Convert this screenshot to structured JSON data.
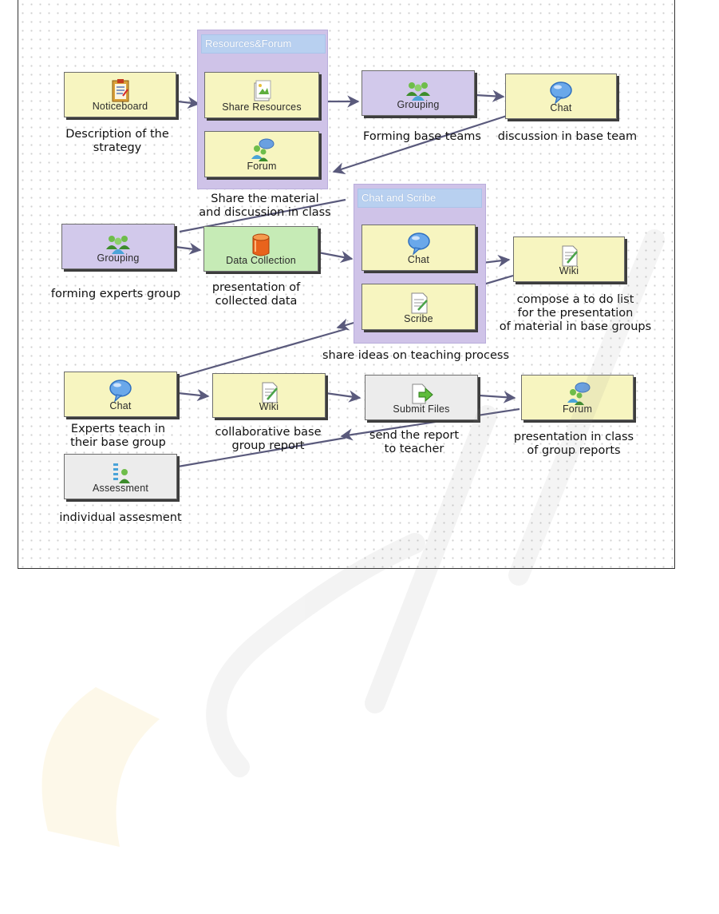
{
  "groups": {
    "resources_forum": "Resources&Forum",
    "chat_scribe": "Chat and Scribe"
  },
  "nodes": {
    "noticeboard": "Noticeboard",
    "share_resources": "Share Resources",
    "forum_1": "Forum",
    "grouping_1": "Grouping",
    "chat_1": "Chat",
    "grouping_2": "Grouping",
    "data_collection": "Data Collection",
    "chat_2": "Chat",
    "scribe": "Scribe",
    "wiki_1": "Wiki",
    "chat_3": "Chat",
    "wiki_2": "Wiki",
    "submit_files": "Submit Files",
    "forum_2": "Forum",
    "assessment": "Assessment"
  },
  "captions": {
    "noticeboard_1": "Description of the",
    "noticeboard_2": "strategy",
    "forming_base": "Forming base teams",
    "discussion_base": "discussion in base team",
    "share_material_1": "Share the material",
    "share_material_2": "and discussion in class",
    "forming_experts": "forming experts group",
    "presentation_1": "presentation of",
    "presentation_2": "collected data",
    "compose_1": "compose a to do list",
    "compose_2": "for the presentation",
    "compose_3": "of material in base groups",
    "share_ideas": "share ideas on teaching process",
    "experts_1": "Experts teach in",
    "experts_2": "their base group",
    "collab_1": "collaborative base",
    "collab_2": "group report",
    "send_1": "send the report",
    "send_2": "to teacher",
    "class_1": "presentation in class",
    "class_2": "of group reports",
    "individual": "individual assesment"
  },
  "colors": {
    "node_yellow": "#f7f5c0",
    "node_purple": "#d2c9eb",
    "node_green": "#c6ebb6",
    "node_gray": "#ececec",
    "group_fill": "#cfc3e8",
    "group_title": "#b8d0f0",
    "edge": "#5a5a7c"
  },
  "icons": [
    "noticeboard-icon",
    "document-icon",
    "users-icon",
    "chat-bubble-icon",
    "forum-icon",
    "database-icon",
    "scribe-icon",
    "wiki-icon",
    "submit-files-icon",
    "assessment-icon"
  ]
}
